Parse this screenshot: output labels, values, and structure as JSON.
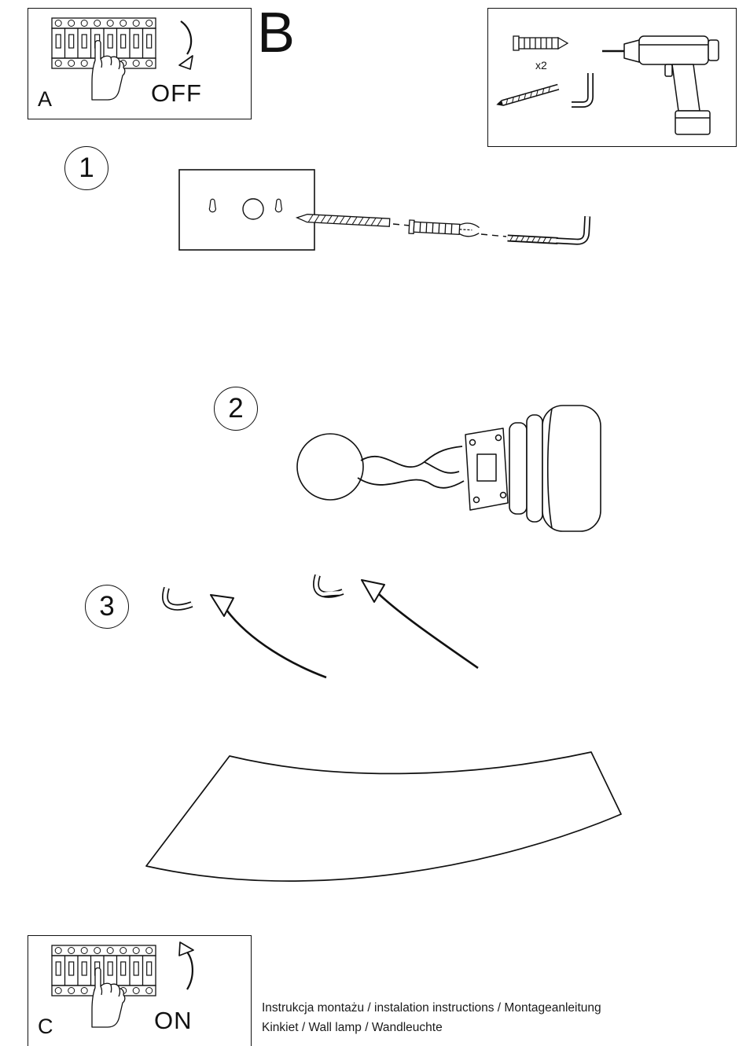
{
  "page": {
    "background": "#ffffff",
    "ink": "#1a1a1a"
  },
  "panel_a": {
    "label": "A",
    "action": "OFF"
  },
  "section_b": {
    "label": "B"
  },
  "tools": {
    "quantity": "x2"
  },
  "steps": [
    {
      "number": "1"
    },
    {
      "number": "2"
    },
    {
      "number": "3"
    }
  ],
  "panel_c": {
    "label": "C",
    "action": "ON"
  },
  "footer": {
    "line1": "Instrukcja montażu / instalation instructions / Montageanleitung",
    "line2": "Kinkiet / Wall lamp / Wandleuchte"
  }
}
